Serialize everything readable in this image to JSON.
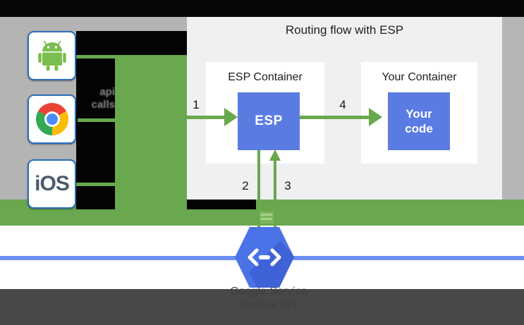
{
  "title": "Routing flow with ESP",
  "clients": {
    "ios_label": "iOS",
    "icons": {
      "android": "android-robot",
      "chrome": "chrome-logo",
      "ios": "ios-text",
      "service": "code-hexagon"
    }
  },
  "api_calls": {
    "line1": "api",
    "line2": "calls"
  },
  "containers": {
    "esp": {
      "title": "ESP Container",
      "box_label": "ESP"
    },
    "your": {
      "title": "Your Container",
      "box_line1": "Your",
      "box_line2": "code"
    }
  },
  "steps": {
    "s1": "1",
    "s2": "2",
    "s3": "3",
    "s4": "4"
  },
  "service": {
    "line1": "Google Service",
    "line2": "Control API"
  },
  "colors": {
    "green": "#6aa84f",
    "box_blue": "#5a7ce2",
    "hexagon_blue": "#4b73e8",
    "endpoint_line_blue": "#6d8df2",
    "client_border_blue": "#2a6fc0",
    "panel_gray": "#eef0f1",
    "side_gray": "#b5b5b6",
    "dark_band": "#3e3e3e"
  }
}
